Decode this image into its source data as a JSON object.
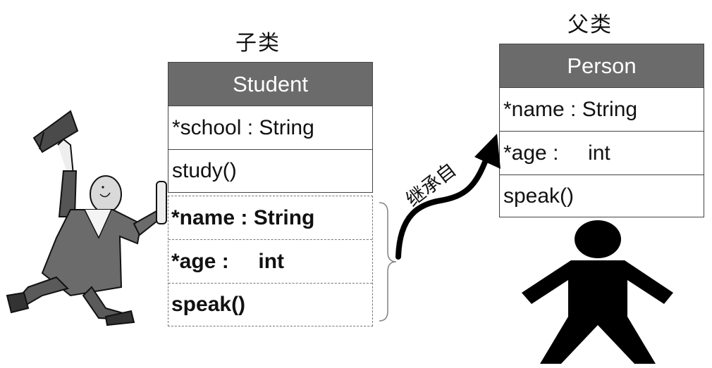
{
  "subclass": {
    "caption": "子类",
    "name": "Student",
    "attributes": [
      "*school : String"
    ],
    "methods": [
      "study()"
    ],
    "inherited_members": [
      "*name : String",
      "*age :     int",
      "speak()"
    ]
  },
  "superclass": {
    "caption": "父类",
    "name": "Person",
    "attributes": [
      "*name : String",
      "*age :     int"
    ],
    "methods": [
      "speak()"
    ]
  },
  "relation": {
    "label": "继承自"
  },
  "colors": {
    "header_fill": "#6b6b6b",
    "header_text": "#ffffff",
    "figure": "#000000"
  },
  "icons": [
    "graduate-student-illustration",
    "person-silhouette-icon",
    "curved-inheritance-arrow",
    "curly-brace-icon"
  ]
}
